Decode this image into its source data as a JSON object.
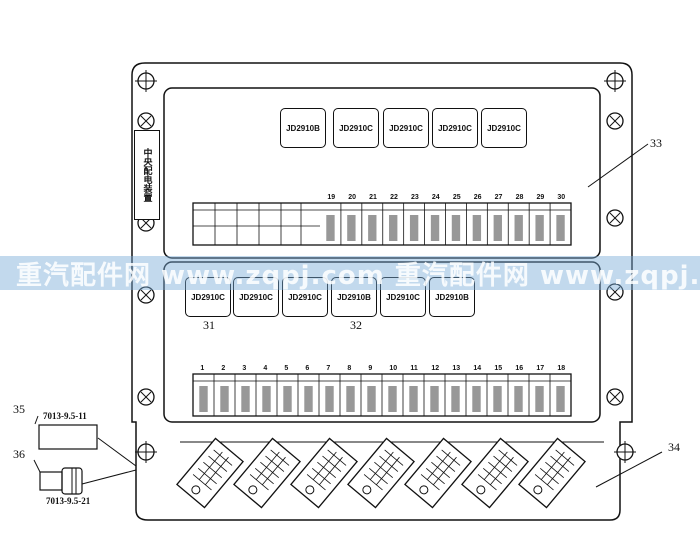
{
  "watermark": {
    "text": "重汽配件网  www.zqpj.com  重汽配件网  www.zqpj.com"
  },
  "side_label": {
    "text": "中央配电装置"
  },
  "upper_relays": [
    "JD2910B",
    "JD2910C",
    "JD2910C",
    "JD2910C",
    "JD2910C"
  ],
  "lower_relays": [
    "JD2910C",
    "JD2910C",
    "JD2910C",
    "JD2910B",
    "JD2910C",
    "JD2910B"
  ],
  "upper_fuse_numbers": [
    "19",
    "20",
    "21",
    "22",
    "23",
    "24",
    "25",
    "26",
    "27",
    "28",
    "29",
    "30"
  ],
  "lower_fuse_numbers": [
    "1",
    "2",
    "3",
    "4",
    "5",
    "6",
    "7",
    "8",
    "9",
    "10",
    "11",
    "12",
    "13",
    "14",
    "15",
    "16",
    "17",
    "18"
  ],
  "callouts": {
    "c31": "31",
    "c32": "32",
    "c33": "33",
    "c34": "34",
    "c35": "35",
    "c36": "36"
  },
  "connector_35": {
    "label": "7013-9.5-11"
  },
  "connector_36": {
    "label": "7013-9.5-21"
  }
}
